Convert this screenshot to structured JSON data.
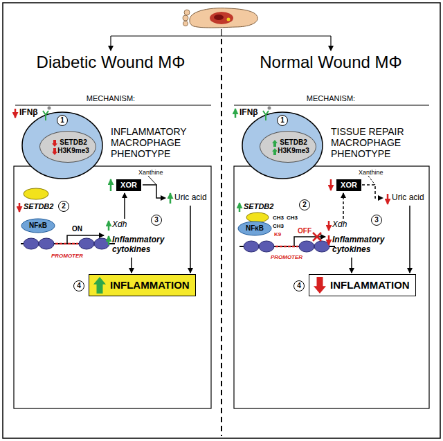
{
  "diagram": {
    "nodes": [
      {
        "text": [
          "1"
        ]
      },
      {
        "text": [
          "SETDB2 H3K9me3"
        ]
      },
      {
        "text": [
          "2"
        ]
      },
      {
        "text": [
          "XOR"
        ]
      },
      {
        "text": [
          "3"
        ]
      },
      {
        "text": [
          "4"
        ]
      },
      {
        "text": [
          "INFLAMMATION"
        ]
      },
      {
        "text": [
          "1"
        ]
      },
      {
        "text": [
          "SETDB2 H3K9me3"
        ]
      },
      {
        "text": [
          "2"
        ]
      },
      {
        "text": [
          "XOR"
        ]
      },
      {
        "text": [
          "3"
        ]
      },
      {
        "text": [
          "4"
        ]
      },
      {
        "text": [
          "INFLAMMATION"
        ]
      }
    ],
    "labels": [
      "Diabetic Wound MΦ",
      "Normal Wound MΦ",
      "MECHANISM:",
      "MECHANISM:",
      "IFNβ",
      "INFLAMMATORY MACROPHAGE PHENOTYPE",
      "SETDB2",
      "NFκB",
      "PROMOTER",
      "ON",
      "Xdh",
      "Inflammatory cytokines",
      "Xanthine",
      "Uric acid",
      "IFNβ",
      "TISSUE REPAIR MACROPHAGE PHENOTYPE",
      "SETDB2",
      "CH3",
      "CH3",
      "CH3",
      "K9",
      "NFκB",
      "PROMOTER",
      "OFF",
      "Xdh",
      "Inflammatory cytokines",
      "Xanthine",
      "Uric acid"
    ]
  }
}
